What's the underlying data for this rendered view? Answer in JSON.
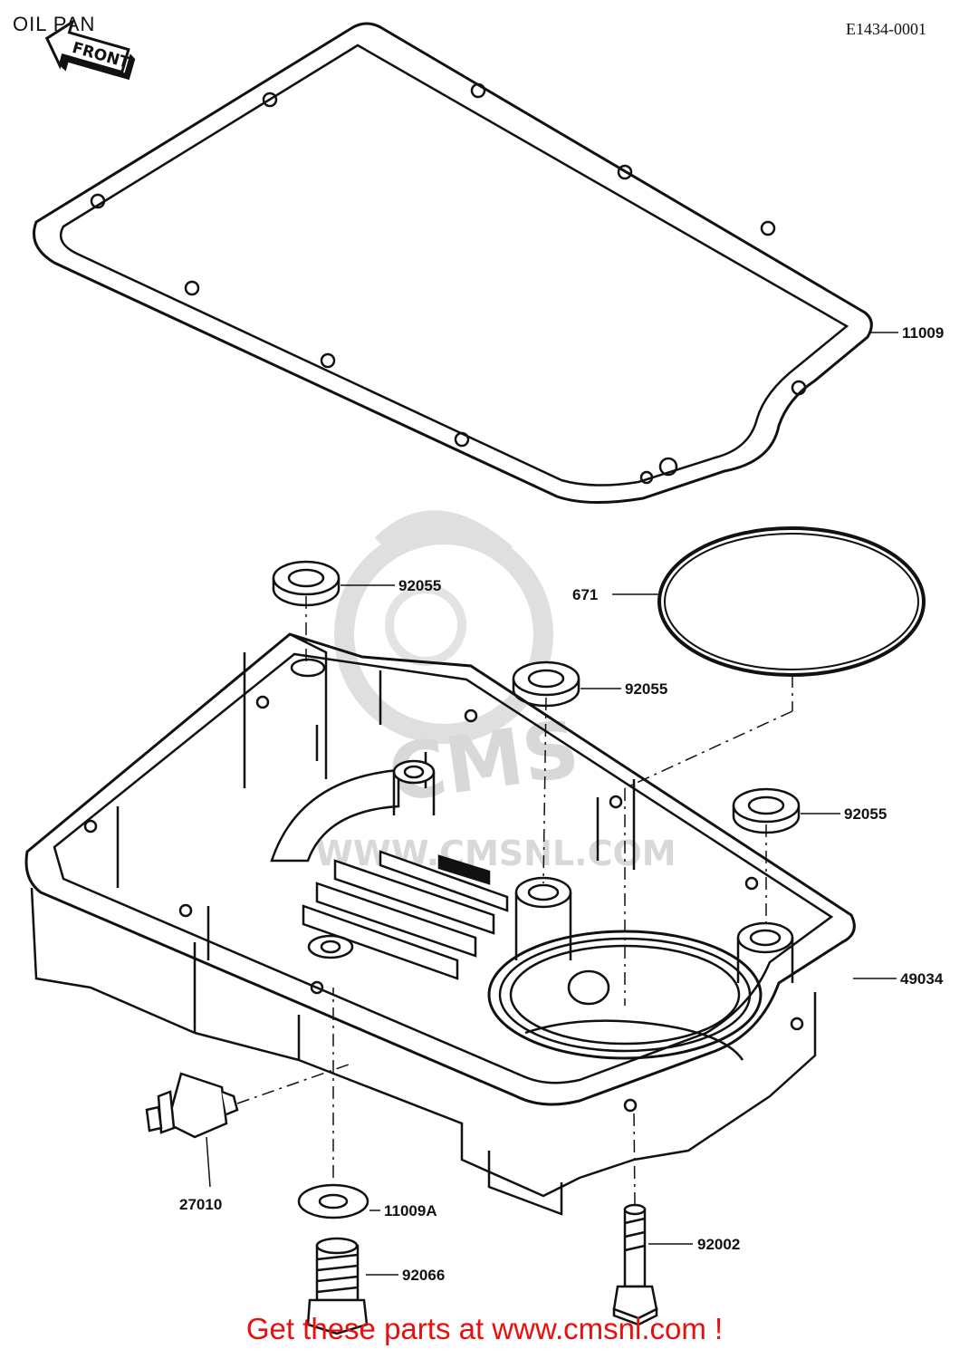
{
  "header": {
    "title": "OIL PAN",
    "code": "E1434-0001",
    "front_label": "FRONT"
  },
  "watermark": {
    "brand": "CMS",
    "url": "WWW.CMSNL.COM"
  },
  "parts": [
    {
      "id": "p1",
      "number": "11009"
    },
    {
      "id": "p2",
      "number": "92055"
    },
    {
      "id": "p3",
      "number": "671"
    },
    {
      "id": "p4",
      "number": "92055"
    },
    {
      "id": "p5",
      "number": "92055"
    },
    {
      "id": "p6",
      "number": "49034"
    },
    {
      "id": "p7",
      "number": "27010"
    },
    {
      "id": "p8",
      "number": "11009A"
    },
    {
      "id": "p9",
      "number": "92002"
    },
    {
      "id": "p10",
      "number": "92066"
    }
  ],
  "footer": {
    "cta": "Get these parts at www.cmsnl.com !"
  }
}
